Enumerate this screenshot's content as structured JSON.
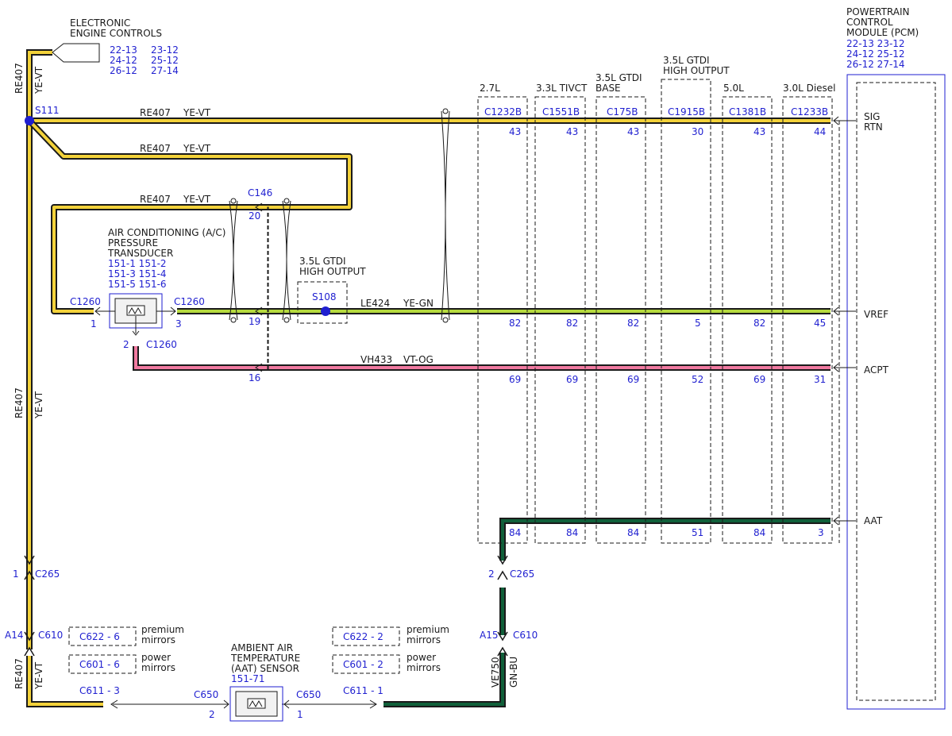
{
  "colors": {
    "yellow": "#f3d23a",
    "green": "#10603a",
    "lime": "#b5da3e",
    "pink": "#f07aa0",
    "outline": "#1a1a1a",
    "ref": "#1f1fd0",
    "splice": "#1f1fd0"
  },
  "eec": {
    "line1": "ELECTRONIC",
    "line2": "ENGINE CONTROLS",
    "refs": [
      "22-13",
      "23-12",
      "24-12",
      "25-12",
      "26-12",
      "27-14"
    ]
  },
  "pcm": {
    "line1": "POWERTRAIN",
    "line2": "CONTROL",
    "line3": "MODULE (PCM)",
    "refs": [
      "22-13 23-12",
      "24-12 25-12",
      "26-12 27-14"
    ],
    "pins": {
      "sig_rtn_1": "SIG",
      "sig_rtn_2": "RTN",
      "vref": "VREF",
      "acpt": "ACPT",
      "aat": "AAT"
    }
  },
  "engines": [
    {
      "name": "2.7L",
      "conn": "C1232B",
      "p_sig": "43",
      "p_vref": "82",
      "p_acpt": "69",
      "p_aat": "84"
    },
    {
      "name": "3.3L TIVCT",
      "conn": "C1551B",
      "p_sig": "43",
      "p_vref": "82",
      "p_acpt": "69",
      "p_aat": "84"
    },
    {
      "name": "3.5L GTDI",
      "name2": "BASE",
      "conn": "C175B",
      "p_sig": "43",
      "p_vref": "82",
      "p_acpt": "69",
      "p_aat": "84"
    },
    {
      "name": "3.5L GTDI",
      "name2": "HIGH OUTPUT",
      "conn": "C1915B",
      "p_sig": "30",
      "p_vref": "5",
      "p_acpt": "52",
      "p_aat": "51"
    },
    {
      "name": "5.0L",
      "conn": "C1381B",
      "p_sig": "43",
      "p_vref": "82",
      "p_acpt": "69",
      "p_aat": "84"
    },
    {
      "name": "3.0L Diesel",
      "conn": "C1233B",
      "p_sig": "44",
      "p_vref": "45",
      "p_acpt": "31",
      "p_aat": "3"
    }
  ],
  "wires": {
    "re407": "RE407",
    "yevt": "YE-VT",
    "le424": "LE424",
    "yegn": "YE-GN",
    "vh433": "VH433",
    "vtog": "VT-OG",
    "ve750": "VE750",
    "gnbu": "GN-BU"
  },
  "s111": "S111",
  "s108": {
    "label1": "3.5L GTDI",
    "label2": "HIGH OUTPUT",
    "id": "S108"
  },
  "c146": {
    "id": "C146",
    "p20": "20",
    "p19": "19",
    "p16": "16"
  },
  "ac": {
    "l1": "AIR CONDITIONING (A/C)",
    "l2": "PRESSURE",
    "l3": "TRANSDUCER",
    "refs": [
      "151-1 151-2",
      "151-3 151-4",
      "151-5 151-6"
    ],
    "c1260": "C1260",
    "p1": "1",
    "p2": "2",
    "p3": "3"
  },
  "c265": {
    "id": "C265",
    "p1": "1",
    "p2": "2"
  },
  "c610": {
    "id": "C610",
    "a14": "A14",
    "a15": "A15"
  },
  "options": {
    "c622_6": "C622 - 6",
    "c601_6": "C601 - 6",
    "c622_2": "C622 - 2",
    "c601_2": "C601 - 2",
    "premium1": "premium",
    "premium2": "mirrors",
    "power1": "power",
    "power2": "mirrors"
  },
  "c611": {
    "p3": "C611 - 3",
    "p1": "C611 - 1"
  },
  "aat": {
    "l1": "AMBIENT AIR",
    "l2": "TEMPERATURE",
    "l3": "(AAT) SENSOR",
    "ref": "151-71",
    "c650": "C650",
    "p1": "1",
    "p2": "2"
  }
}
